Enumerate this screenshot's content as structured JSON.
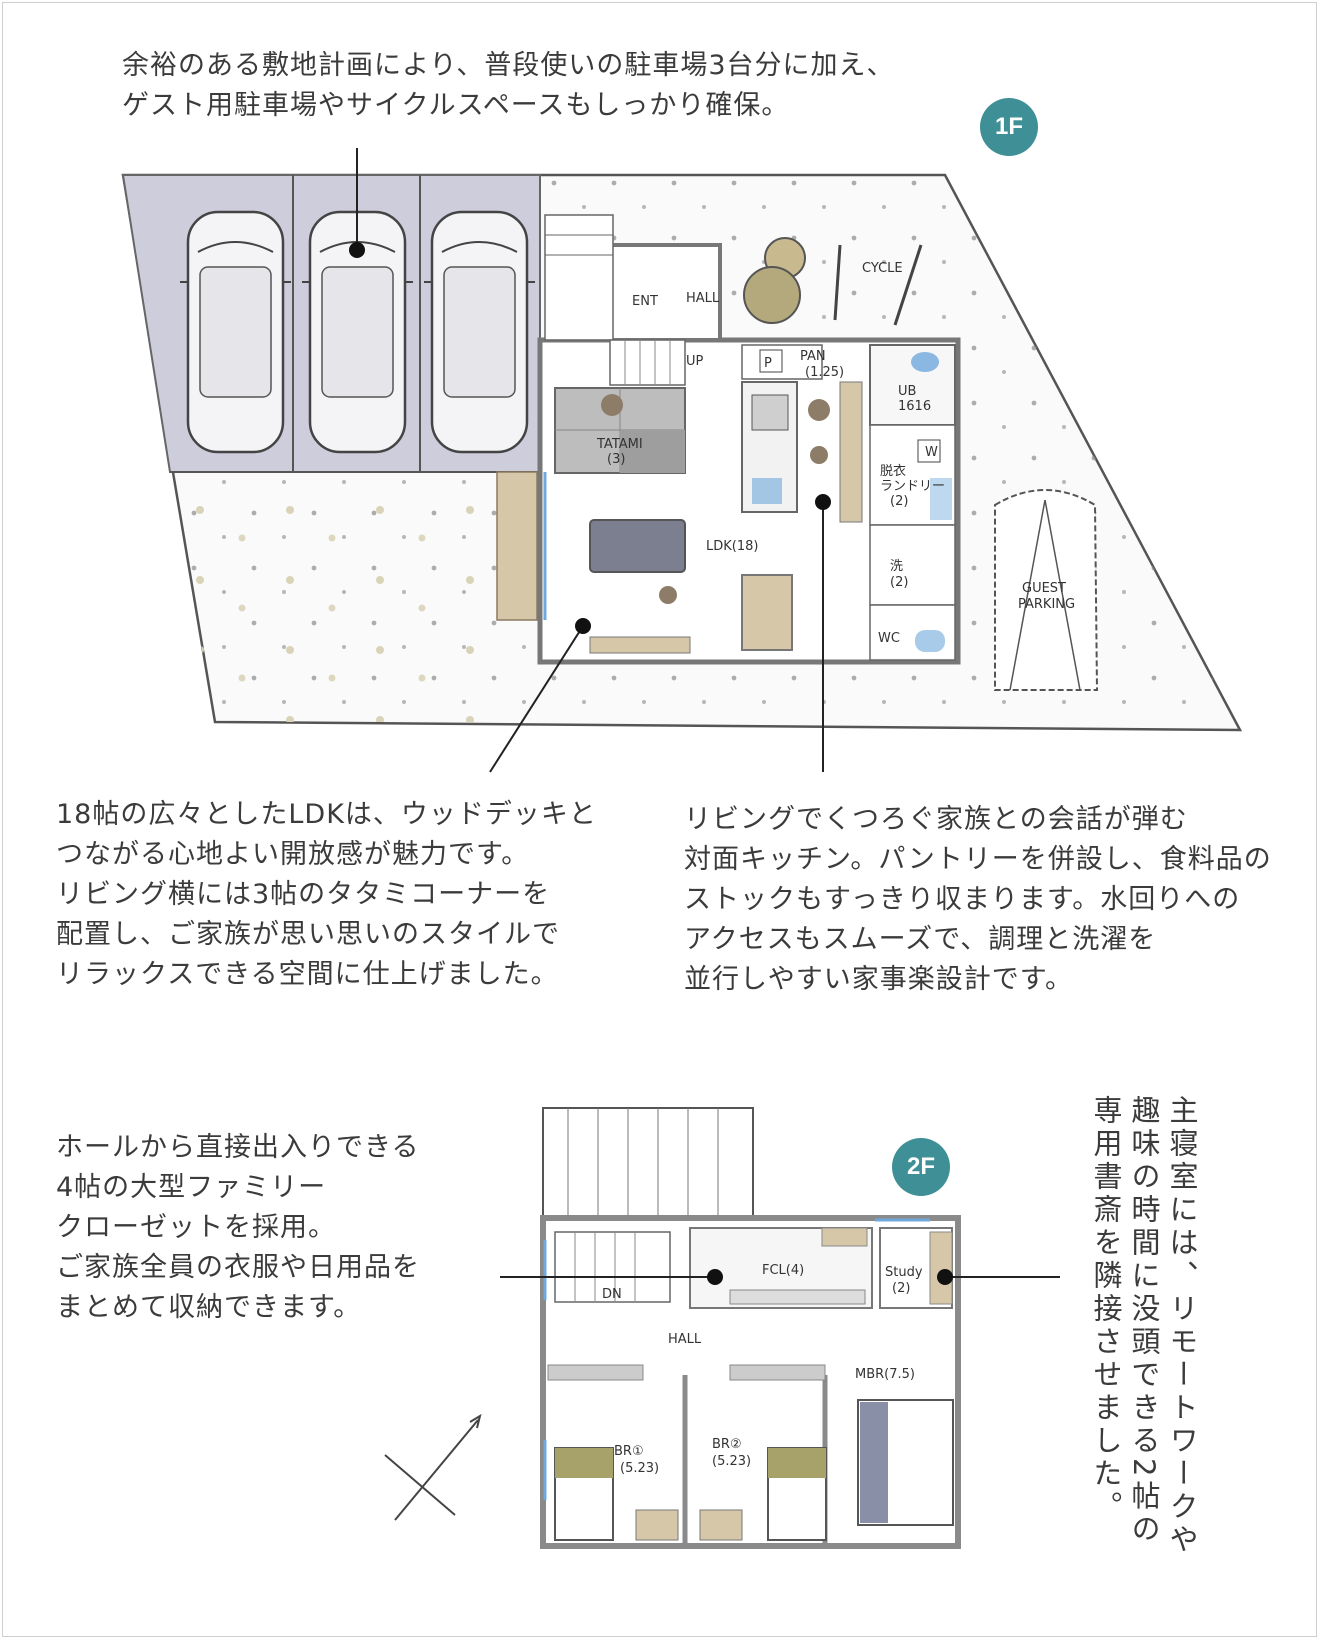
{
  "notes": {
    "parking": [
      "余裕のある敷地計画により、普段使いの駐車場3台分に加え、",
      "ゲスト用駐車場やサイクルスペースもしっかり確保。"
    ],
    "ldk": [
      "18帖の広々としたLDKは、ウッドデッキと",
      "つながる心地よい開放感が魅力です。",
      "リビング横には3帖のタタミコーナーを",
      "配置し、ご家族が思い思いのスタイルで",
      "リラックスできる空間に仕上げました。"
    ],
    "kitchen": [
      "リビングでくつろぐ家族との会話が弾む",
      "対面キッチン。パントリーを併設し、食料品の",
      "ストックもすっきり収まります。水回りへの",
      "アクセスもスムーズで、調理と洗濯を",
      "並行しやすい家事楽設計です。"
    ],
    "closet": [
      "ホールから直接出入りできる",
      "4帖の大型ファミリー",
      "クローゼットを採用。",
      "ご家族全員の衣服や日用品を",
      "まとめて収納できます。"
    ],
    "study": [
      "主寝室には、リモートワークや",
      "趣味の時間に没頭できる2帖の",
      "専用書斎を隣接させました。"
    ]
  },
  "badges": {
    "first": "1F",
    "second": "2F"
  },
  "plan1f": {
    "ent": "ENT",
    "hall": "HALL",
    "up": "UP",
    "pan": "PAN",
    "pan_size": "(1.25)",
    "tatami": "TATAMI",
    "tatami_size": "(3)",
    "ldk": "LDK(18)",
    "ub": "UB",
    "ub_size": "1616",
    "laundry": "脱衣",
    "laundry2": "ランドリー",
    "laundry_size": "(2)",
    "wash": "洗",
    "wash_size": "(2)",
    "wc": "WC",
    "cycle": "CYCLE",
    "guest1": "GUEST",
    "guest2": "PARKING",
    "w": "W",
    "p": "P"
  },
  "plan2f": {
    "dn": "DN",
    "fcl": "FCL(4)",
    "study": "Study",
    "study_size": "(2)",
    "hall": "HALL",
    "mbr": "MBR(7.5)",
    "br1": "BR①",
    "br1_size": "(5.23)",
    "br2": "BR②",
    "br2_size": "(5.23)"
  },
  "colors": {
    "badge": "#3f9096",
    "parking": "#c8c8d6",
    "wood": "#d7c7a9",
    "window": "#6fa8dc",
    "wall": "#9a9a9a"
  }
}
